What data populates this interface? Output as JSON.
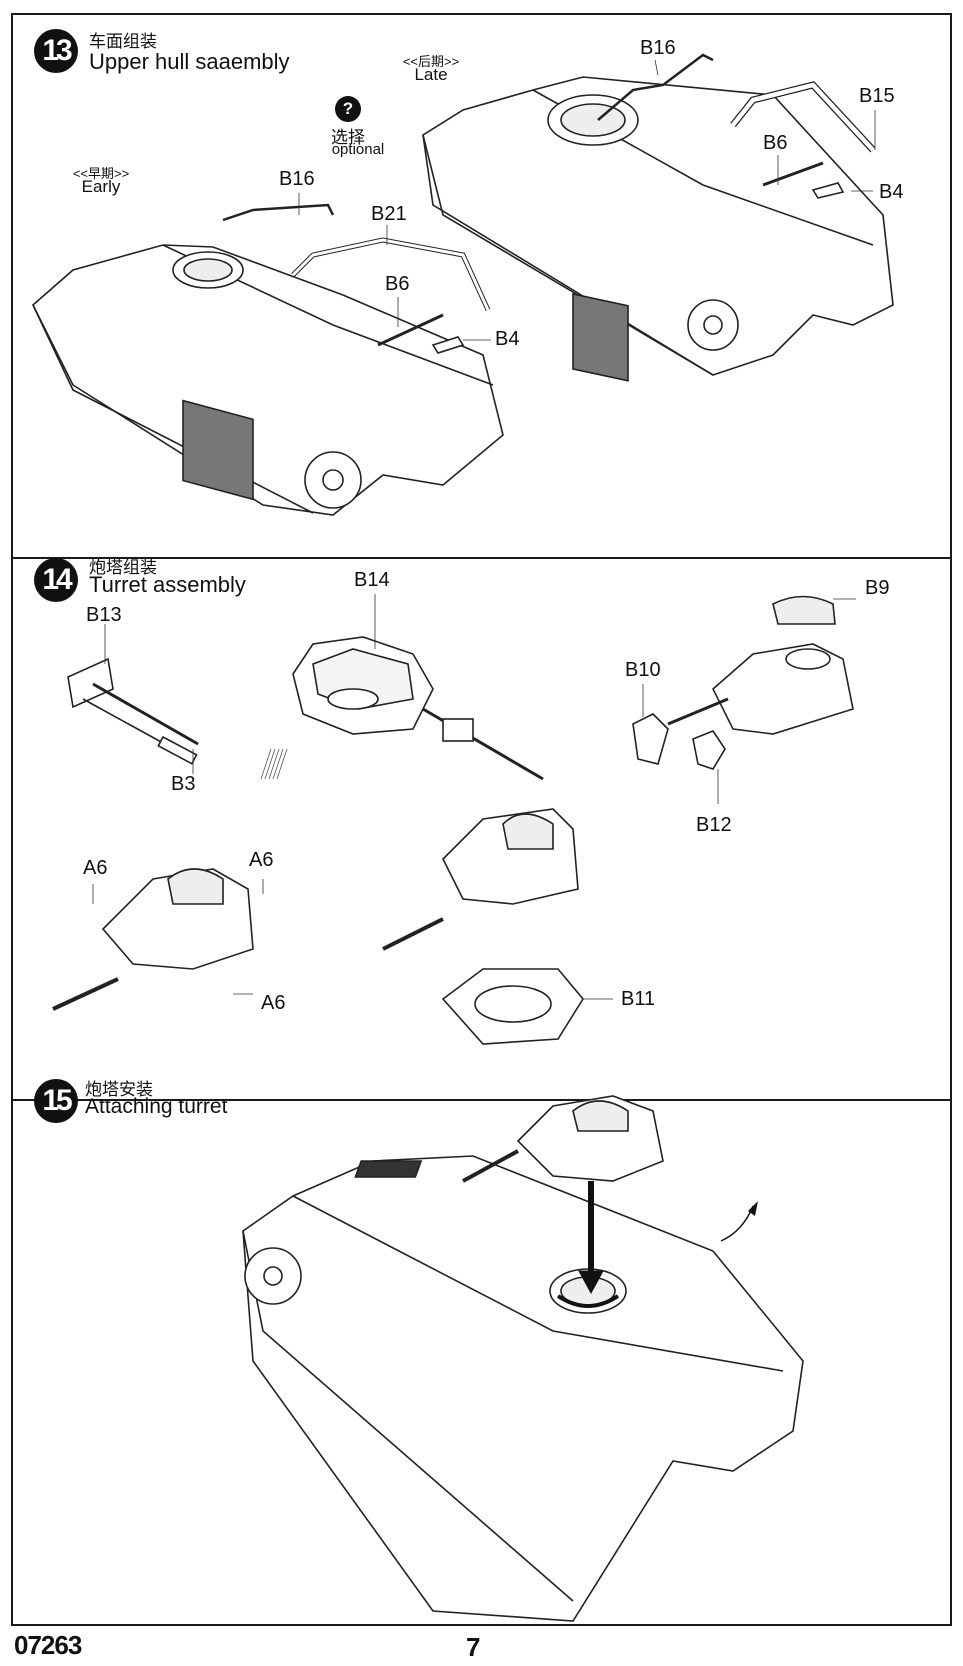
{
  "page": {
    "kit_code": "07263",
    "page_number": "7"
  },
  "steps": [
    {
      "number": "13",
      "title_cn": "车面组装",
      "title_en": "Upper hull saaembly",
      "variants": [
        {
          "label_cn": "<<早期>>",
          "label_en": "Early"
        },
        {
          "label_cn": "<<后期>>",
          "label_en": "Late"
        }
      ],
      "optional": {
        "icon": "question-icon",
        "glyph": "?",
        "label_cn": "选择",
        "label_en": "optional"
      },
      "early_parts": [
        "B16",
        "B21",
        "B6",
        "B4"
      ],
      "late_parts": [
        "B16",
        "B15",
        "B6",
        "B4"
      ]
    },
    {
      "number": "14",
      "title_cn": "炮塔组装",
      "title_en": "Turret assembly",
      "parts": [
        "B13",
        "B3",
        "B14",
        "B9",
        "B10",
        "B12",
        "A6",
        "A6",
        "A6",
        "B11"
      ]
    },
    {
      "number": "15",
      "title_cn": "炮塔安装",
      "title_en": "Attaching turret"
    }
  ]
}
